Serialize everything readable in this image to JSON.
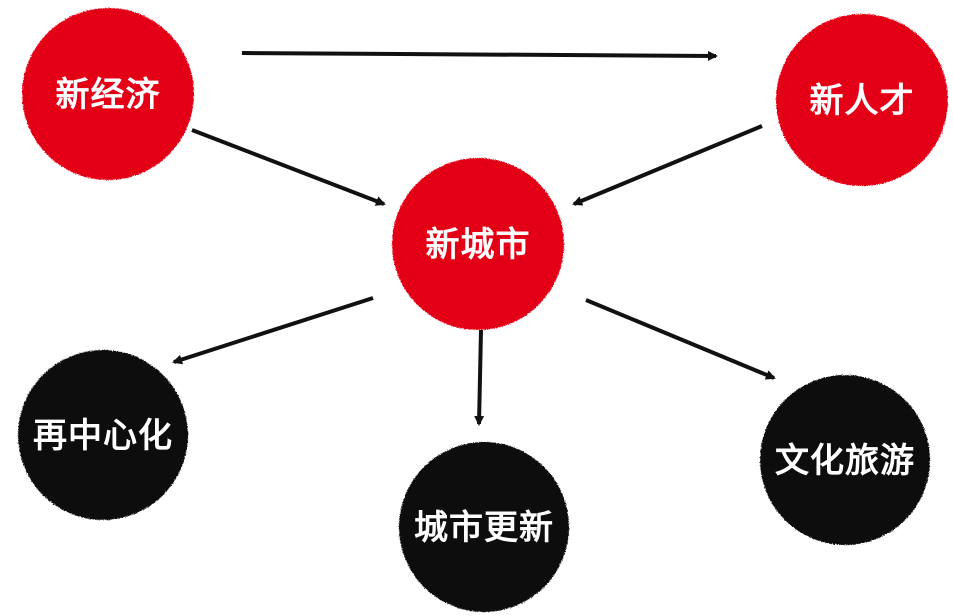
{
  "colors": {
    "red": "#e30613",
    "black": "#0b0b0b",
    "label": "#ffffff",
    "arrow": "#111111"
  },
  "nodes": {
    "new_economy": {
      "label": "新经济",
      "color": "red"
    },
    "new_talent": {
      "label": "新人才",
      "color": "red"
    },
    "new_city": {
      "label": "新城市",
      "color": "red"
    },
    "recentralization": {
      "label": "再中心化",
      "color": "black"
    },
    "urban_renewal": {
      "label": "城市更新",
      "color": "black"
    },
    "culture_tourism": {
      "label": "文化旅游",
      "color": "black"
    }
  },
  "edges": [
    {
      "from": "new_economy",
      "to": "new_talent"
    },
    {
      "from": "new_economy",
      "to": "new_city"
    },
    {
      "from": "new_talent",
      "to": "new_city"
    },
    {
      "from": "new_city",
      "to": "recentralization"
    },
    {
      "from": "new_city",
      "to": "urban_renewal"
    },
    {
      "from": "new_city",
      "to": "culture_tourism"
    }
  ]
}
